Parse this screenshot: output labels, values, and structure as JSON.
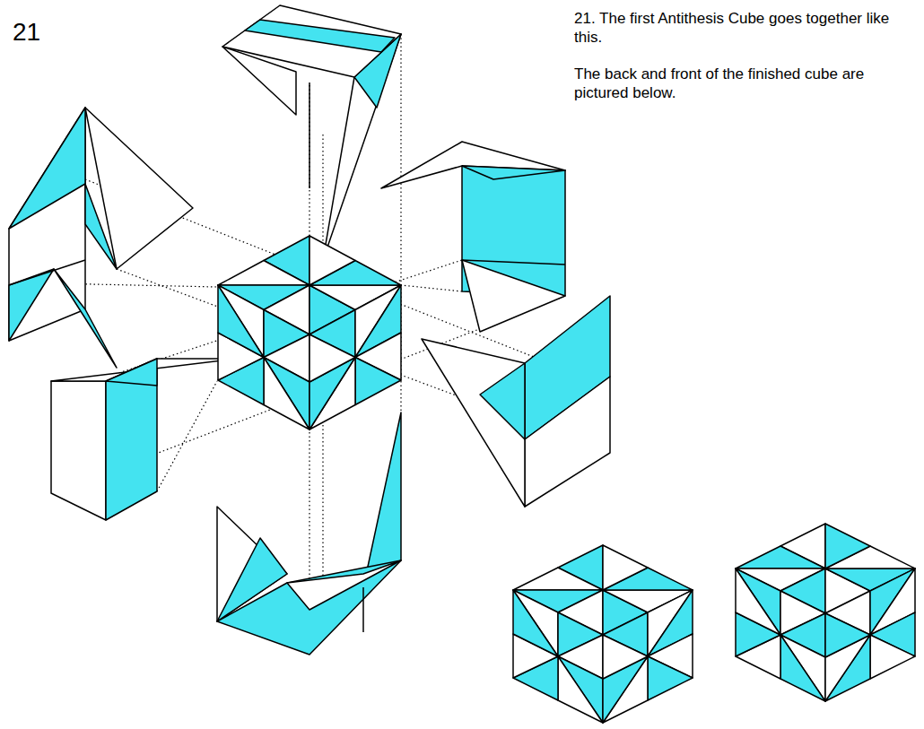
{
  "diagram": {
    "labels": [
      "21",
      "21. The first Antithesis Cube goes together like this.",
      "The back and front of the finished cube are pictured below."
    ]
  }
}
